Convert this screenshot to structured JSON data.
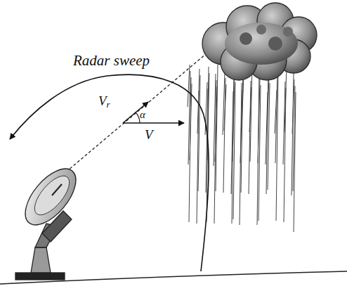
{
  "diagram": {
    "labels": [
      "Radar sweep",
      "Vr",
      "α",
      "V"
    ]
  }
}
